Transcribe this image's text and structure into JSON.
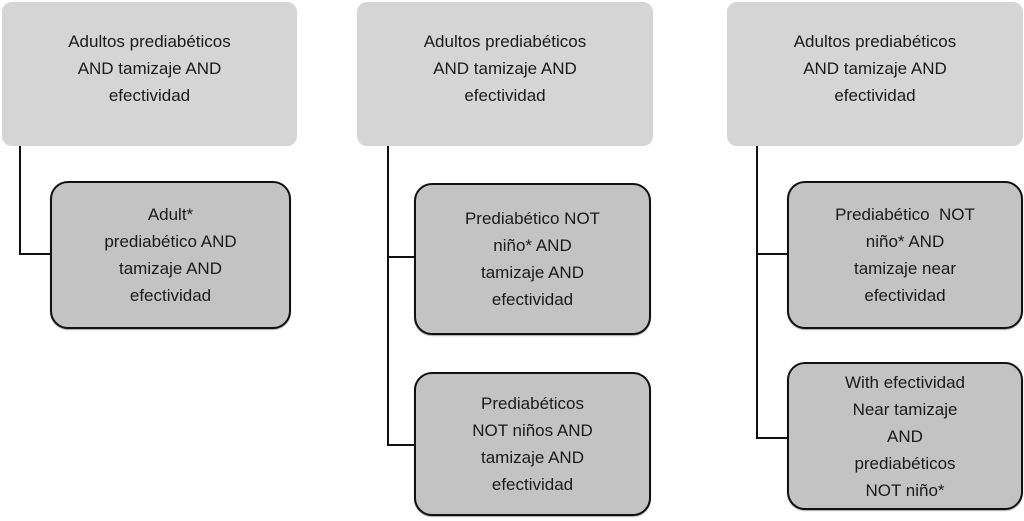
{
  "diagram": {
    "description_colors": {
      "root_box_fill": "#d5d5d5",
      "child_box_fill": "#c3c3c3",
      "box_border": "#111111",
      "connector": "#111111",
      "text": "#1a1a1a",
      "background": "#ffffff"
    },
    "columns": [
      {
        "root": {
          "text": "Adultos prediabéticos\nAND tamizaje AND\nefectividad"
        },
        "children": [
          {
            "text": "Adult*\nprediabético AND\ntamizaje AND\nefectividad"
          }
        ]
      },
      {
        "root": {
          "text": "Adultos prediabéticos\nAND tamizaje AND\nefectividad"
        },
        "children": [
          {
            "text": "Prediabético NOT\nniño* AND\ntamizaje AND\nefectividad"
          },
          {
            "text": "Prediabéticos\nNOT niños AND\ntamizaje AND\nefectividad"
          }
        ]
      },
      {
        "root": {
          "text": "Adultos prediabéticos\nAND tamizaje AND\nefectividad"
        },
        "children": [
          {
            "text": "Prediabético  NOT\nniño* AND\ntamizaje near\nefectividad"
          },
          {
            "text": "With efectividad\nNear tamizaje\nAND\nprediabéticos\nNOT niño*"
          }
        ]
      }
    ]
  }
}
